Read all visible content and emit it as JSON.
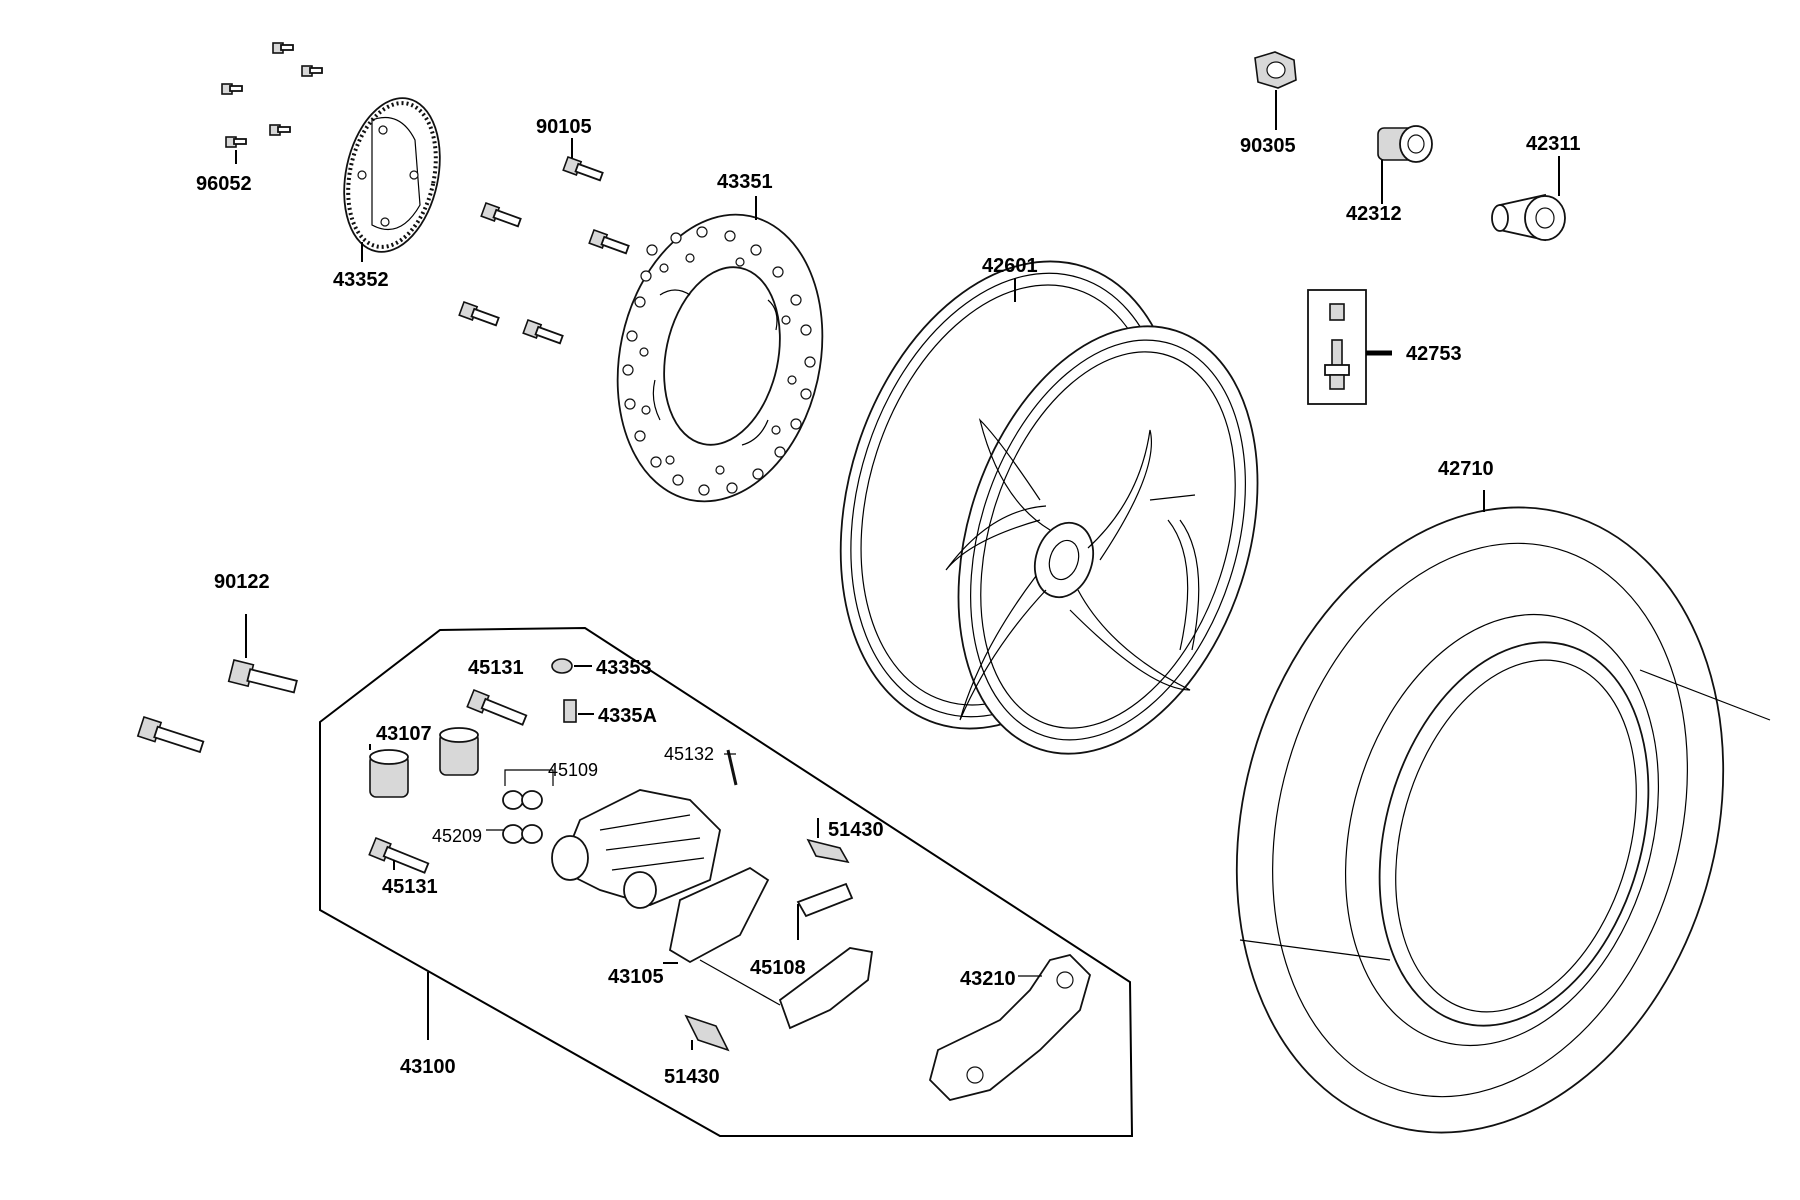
{
  "diagram": {
    "labels": {
      "p96052": "96052",
      "p43352": "43352",
      "p90105": "90105",
      "p43351": "43351",
      "p42601": "42601",
      "p90305": "90305",
      "p42312": "42312",
      "p42311": "42311",
      "p42753": "42753",
      "p42710": "42710",
      "p90122": "90122",
      "p45131a": "45131",
      "p43353": "43353",
      "p4335A": "4335A",
      "p43107": "43107",
      "p45132": "45132",
      "p45109": "45109",
      "p45209": "45209",
      "p45131b": "45131",
      "p51430a": "51430",
      "p45108": "45108",
      "p43105": "43105",
      "p43210": "43210",
      "p51430b": "51430",
      "p43100": "43100"
    }
  }
}
